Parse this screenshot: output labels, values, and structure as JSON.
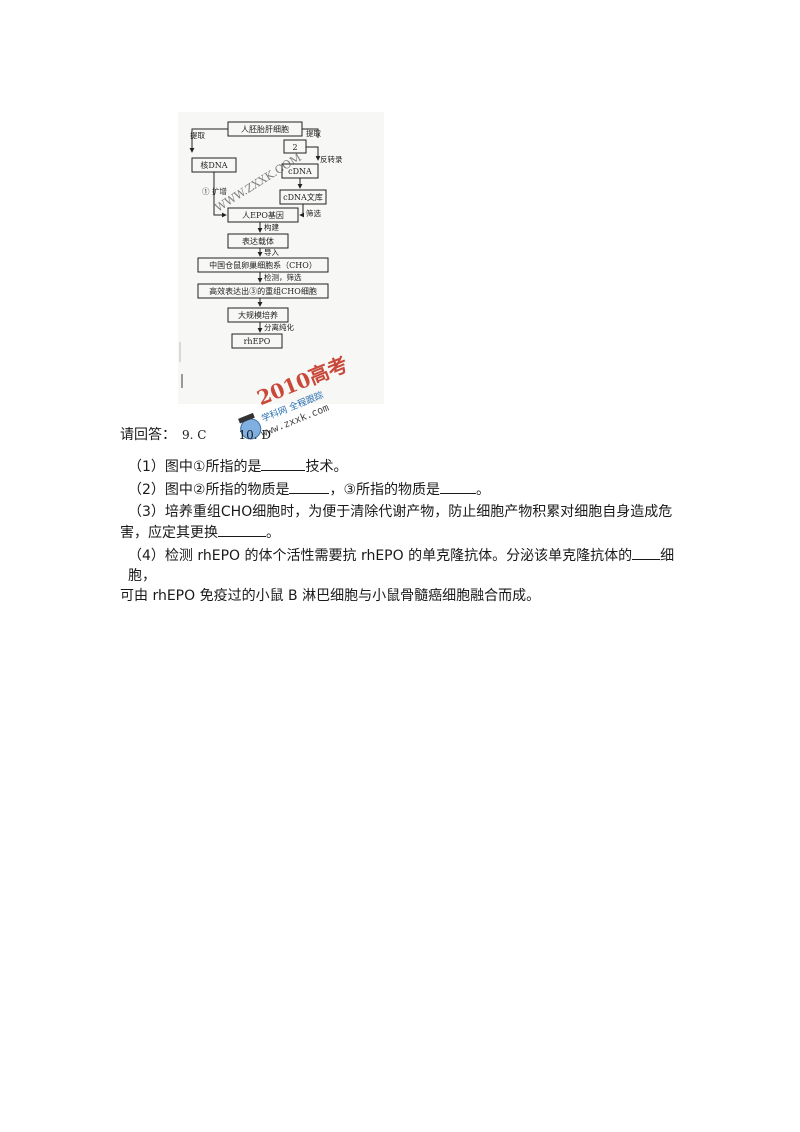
{
  "figure": {
    "boxes": {
      "kidney_cell": "人胚胎肝细胞",
      "mrna": "2",
      "nuclear_dna": "核DNA",
      "cdna": "cDNA",
      "cdna_library": "cDNA文库",
      "epo_gene": "人EPO基因",
      "vector": "表达载体",
      "cho_cells": "中国仓鼠卵巢细胞系（CHO）",
      "high_expr": "高效表达出③的重组CHO细胞",
      "large_culture": "大规模培养",
      "rhepo": "rhEPO"
    },
    "side_labels": {
      "extract_left": "提取",
      "extract_right": "提取",
      "reverse_transcription": "反转录",
      "amplify": "① 扩增",
      "screen": "筛选",
      "construct": "构建",
      "introduce": "导入",
      "detect_screen": "检测，筛选",
      "separate_purify": "分离纯化"
    },
    "watermark": "WWW.ZXXK.COM",
    "stamp_lines": [
      "2010高考",
      "学科网 全程跟踪",
      "www.zxxk.com"
    ]
  },
  "answers": {
    "prefix": "请回答：",
    "a9": "9. C",
    "a10": "10. D"
  },
  "questions": {
    "q1_a": "（1）图中①所指的是",
    "q1_b": "技术。",
    "q2_a": "（2）图中②所指的物质是",
    "q2_b": "，③所指的物质是",
    "q2_c": "。",
    "q3_a": "（3）培养重组CHO细胞时，为便于清除代谢产物，防止细胞产物积累对细胞自身造成危",
    "q3_b": "害，应定其更换",
    "q3_c": "。",
    "q4_a": "（4）检测 rhEPO 的体个活性需要抗 rhEPO 的单克隆抗体。分泌该单克隆抗体的",
    "q4_b": "细胞，",
    "q4_c": "可由 rhEPO 免疫过的小鼠 B 淋巴细胞与小鼠骨髓癌细胞融合而成。"
  }
}
